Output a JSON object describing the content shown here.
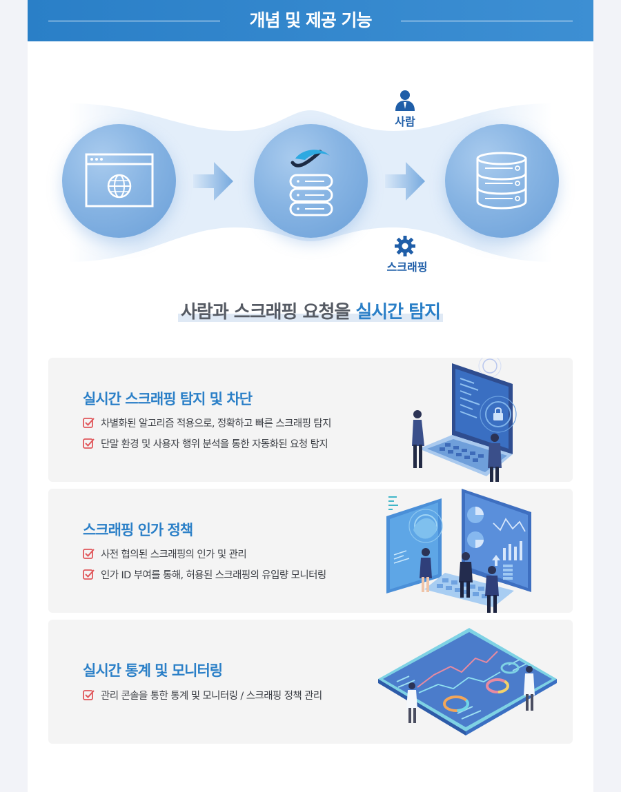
{
  "header": {
    "title": "개념 및 제공 기능"
  },
  "flow": {
    "label_top": "사람",
    "label_bottom": "스크래핑",
    "icons": [
      "browser-globe-icon",
      "server-shield-icon",
      "database-icon",
      "person-icon",
      "gear-icon"
    ]
  },
  "headline": {
    "part1": "사람과 스크래핑 요청을 ",
    "part2": "실시간 탐지"
  },
  "cards": [
    {
      "title": "실시간 스크래핑 탐지 및 차단",
      "items": [
        "차별화된 알고리즘 적용으로, 정확하고 빠른 스크래핑 탐지",
        "단말 환경 및 사용자 행위 분석을 통한 자동화된 요청 탐지"
      ]
    },
    {
      "title": "스크래핑 인가 정책",
      "items": [
        "사전 협의된 스크래핑의 인가 및 관리",
        "인가 ID 부여를 통해, 허용된 스크래핑의 유입량 모니터링"
      ]
    },
    {
      "title": "실시간 통계 및 모니터링",
      "items": [
        "관리 콘솔을 통한 통계 및 모니터링 / 스크래핑 정책 관리"
      ]
    }
  ],
  "colors": {
    "header_bg": "#2a7fc7",
    "accent": "#2a7fc7",
    "check": "#e0575b",
    "card_bg": "#f4f4f4"
  }
}
